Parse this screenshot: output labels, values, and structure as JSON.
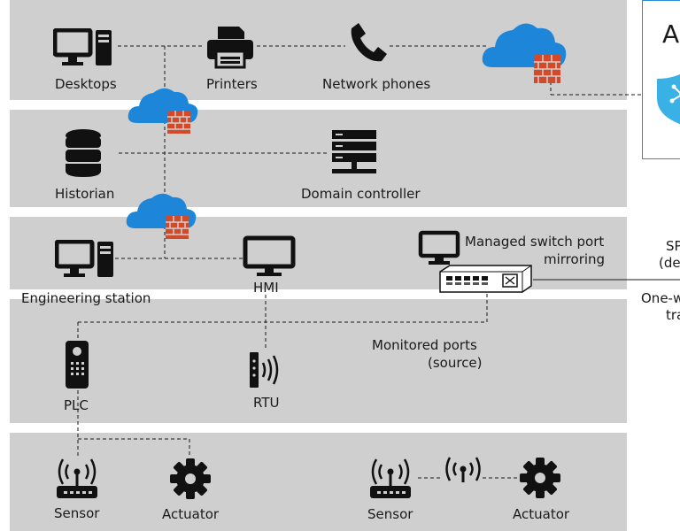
{
  "azure_box": {
    "title": "A"
  },
  "labels": {
    "desktops": "Desktops",
    "printers": "Printers",
    "network_phones": "Network phones",
    "historian": "Historian",
    "domain_controller": "Domain controller",
    "engineering_station": "Engineering station",
    "hmi": "HMI",
    "managed_switch_1": "Managed switch port",
    "managed_switch_2": "mirroring",
    "monitored_ports_1": "Monitored ports",
    "monitored_ports_2": "(source)",
    "plc": "PLC",
    "rtu": "RTU",
    "sensor_left": "Sensor",
    "actuator_left": "Actuator",
    "sensor_right": "Sensor",
    "actuator_right": "Actuator",
    "span_1": "SP",
    "span_2": "(de",
    "one_way_1": "One-w",
    "one_way_2": "tra"
  },
  "colors": {
    "band": "#cfcfcf",
    "cloud": "#1e86d8",
    "firewall": "#d24a2a",
    "shield": "#39b1e4",
    "azure_border": "#2a8ad4"
  }
}
